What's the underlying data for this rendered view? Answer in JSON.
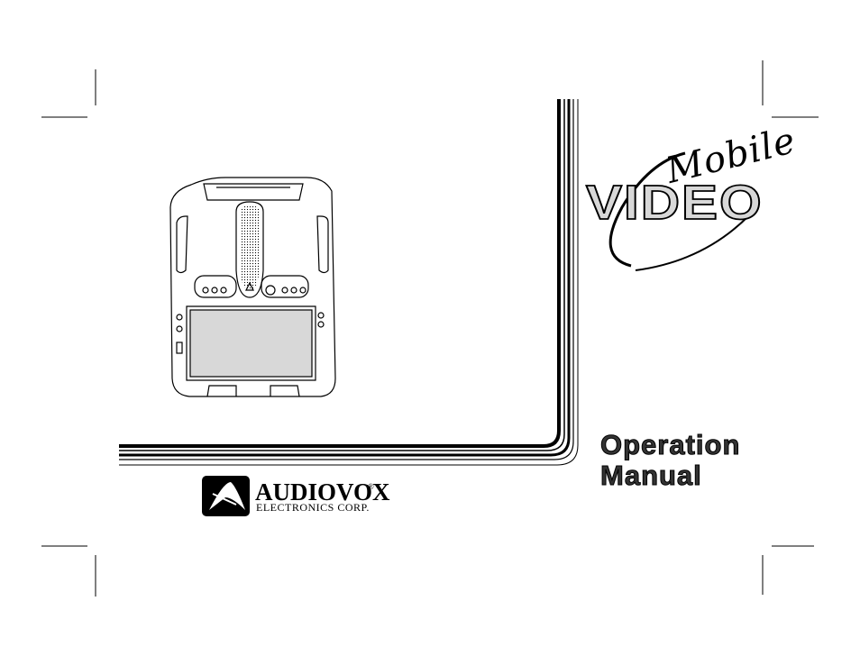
{
  "cover": {
    "logo_word_top": "Mobile",
    "logo_word_main": "VIDEO",
    "title_line1": "Operation",
    "title_line2": "Manual"
  },
  "brand": {
    "name": "AUDIOVOX",
    "registered": "®",
    "subtitle": "ELECTRONICS CORP."
  },
  "icons": {
    "device": "overhead-monitor-illustration",
    "brand_mark": "audiovox-logo-icon",
    "crop_marks": "crop-mark-icon"
  }
}
